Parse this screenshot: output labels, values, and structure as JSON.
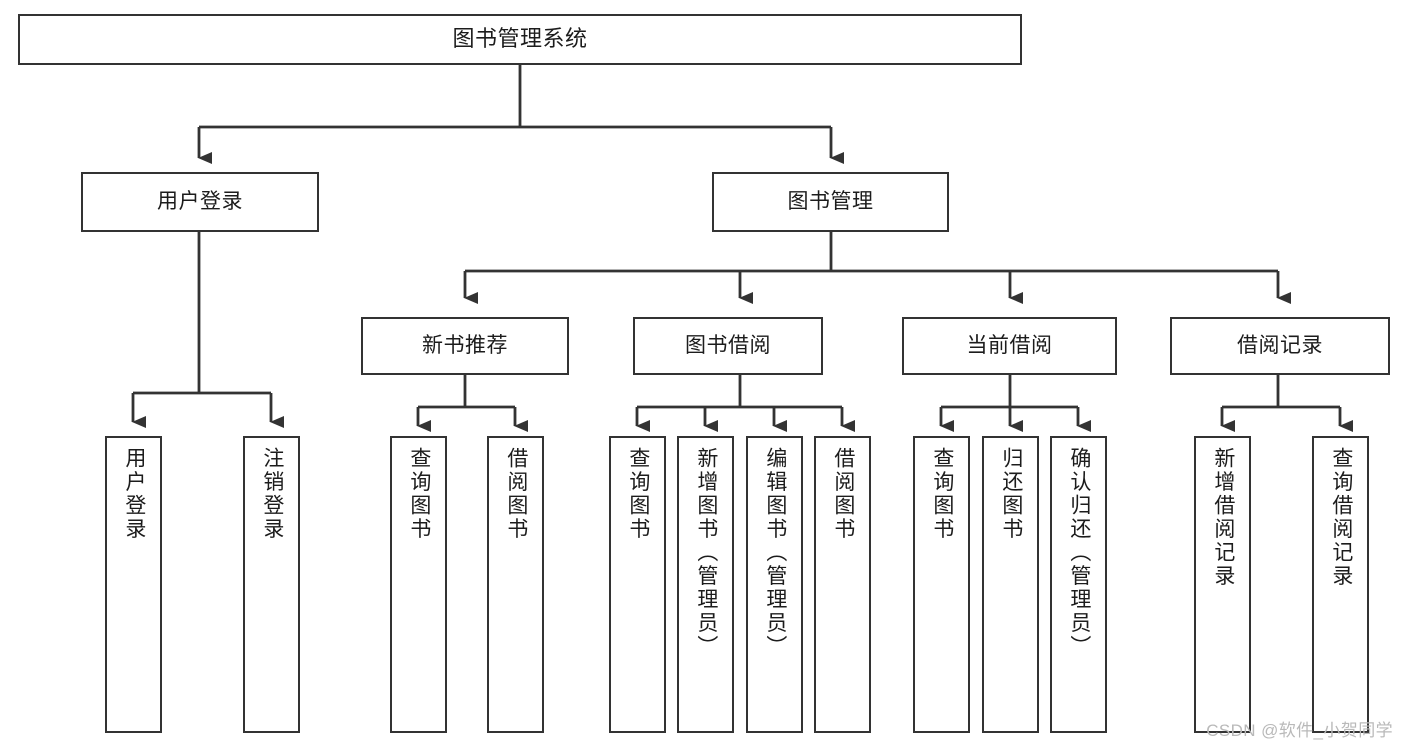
{
  "diagram": {
    "title": "图书管理系统",
    "watermark": "CSDN @软件_小贺同学",
    "line_color": "#333333",
    "box_fill": "#ffffff",
    "text_color": "#1c1c1c",
    "watermark_color": "#b9b9b9"
  },
  "nodes": {
    "root": {
      "label": "图书管理系统"
    },
    "level1": [
      {
        "label": "用户登录"
      },
      {
        "label": "图书管理"
      }
    ],
    "level2": [
      {
        "label": "新书推荐"
      },
      {
        "label": "图书借阅"
      },
      {
        "label": "当前借阅"
      },
      {
        "label": "借阅记录"
      }
    ],
    "leaves": {
      "user_login": [
        {
          "label": "用户登录"
        },
        {
          "label": "注销登录"
        }
      ],
      "new_book": [
        {
          "label": "查询图书"
        },
        {
          "label": "借阅图书"
        }
      ],
      "borrow_book": [
        {
          "label": "查询图书"
        },
        {
          "label": "新增图书（管理员）"
        },
        {
          "label": "编辑图书（管理员）"
        },
        {
          "label": "借阅图书"
        }
      ],
      "current_borrow": [
        {
          "label": "查询图书"
        },
        {
          "label": "归还图书"
        },
        {
          "label": "确认归还（管理员）"
        }
      ],
      "borrow_record": [
        {
          "label": "新增借阅记录"
        },
        {
          "label": "查询借阅记录"
        }
      ]
    }
  }
}
